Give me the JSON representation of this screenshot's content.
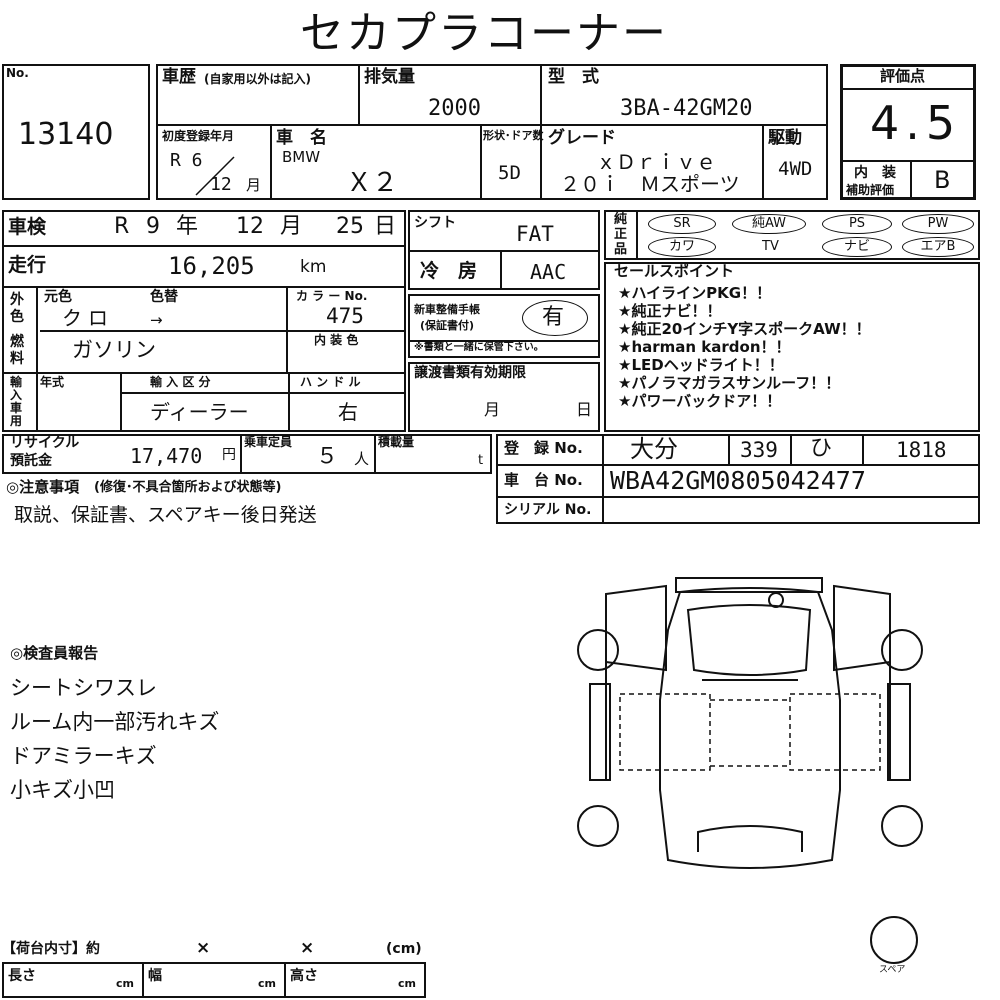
{
  "title": "セカプラコーナー",
  "lot": {
    "label": "No.",
    "value": "13140"
  },
  "history": {
    "label": "車歴",
    "note": "(自家用以外は記入)",
    "value": ""
  },
  "displacement": {
    "label": "排気量",
    "value": "2000"
  },
  "model": {
    "label": "型　式",
    "value": "3BA-42GM20"
  },
  "score": {
    "label": "評価点",
    "value": "4.5"
  },
  "first_reg": {
    "label": "初度登録年月",
    "era": "R 6",
    "month": "12",
    "month_unit": "月"
  },
  "car_name": {
    "label": "車　名",
    "maker": "BMW",
    "value": "Ｘ２"
  },
  "body_doors": {
    "label": "形状･ドア数",
    "value": "5D"
  },
  "grade": {
    "label": "グレード",
    "line1": "ｘＤｒｉｖｅ",
    "line2": "２０ｉ　Ｍスポーツ"
  },
  "drive": {
    "label": "駆動",
    "value": "4WD"
  },
  "interior_rating": {
    "label1": "内　装",
    "label2": "補助評価",
    "value": "B"
  },
  "inspection": {
    "label": "車検",
    "era": "R",
    "year": "9",
    "year_unit": "年",
    "month": "12",
    "month_unit": "月",
    "day": "25",
    "day_unit": "日"
  },
  "shift": {
    "label": "シフト",
    "value": "FAT"
  },
  "mileage": {
    "label": "走行",
    "value": "16,205",
    "unit": "km"
  },
  "aircon": {
    "label": "冷　房",
    "value": "AAC"
  },
  "color": {
    "side_label": "外色",
    "orig_label": "元色",
    "change_label": "色替",
    "orig_value": "クロ",
    "arrow": "→",
    "code_label": "カ ラ ー No.",
    "code_value": "475"
  },
  "fuel": {
    "label": "燃料",
    "value": "ガソリン",
    "interior_color_label": "内 装 色",
    "interior_color_value": ""
  },
  "warranty": {
    "label1": "新車整備手帳",
    "label2": "(保証書付)",
    "value": "有",
    "note": "※書類と一緒に保管下さい。"
  },
  "transfer": {
    "label": "譲渡書類有効期限",
    "month_unit": "月",
    "day_unit": "日"
  },
  "import": {
    "side_label": "輸入車用",
    "year_label": "年式",
    "class_label": "輸 入 区 分",
    "class_value": "ディーラー",
    "handle_label": "ハ ン ド ル",
    "handle_value": "右"
  },
  "equipment": {
    "side_label": "純正品",
    "row1": [
      "SR",
      "純AW",
      "PS",
      "PW"
    ],
    "row2": [
      "カワ",
      "TV",
      "ナビ",
      "エアB"
    ]
  },
  "sales_points": {
    "label": "セールスポイント",
    "items": [
      "★ハイラインPKG！！",
      "★純正ナビ！！",
      "★純正20インチY字スポークAW！！",
      "★harman kardon！！",
      "★LEDヘッドライト！！",
      "★パノラマガラスサンルーフ！！",
      "★パワーバックドア！！"
    ]
  },
  "recycle": {
    "label1": "リサイクル",
    "label2": "預託金",
    "value": "17,470",
    "unit": "円"
  },
  "capacity": {
    "label": "乗車定員",
    "value": "５",
    "unit": "人"
  },
  "load": {
    "label": "積載量",
    "unit": "t"
  },
  "registration": {
    "label": "登　録 No.",
    "area": "大分",
    "class": "339",
    "kana": "ひ",
    "number": "1818"
  },
  "chassis": {
    "label": "車　台 No.",
    "value": "WBA42GM0805042477"
  },
  "serial": {
    "label": "シリアル No.",
    "value": ""
  },
  "notes": {
    "label": "◎注意事項",
    "sub": "(修復･不具合箇所および状態等)",
    "value": "取説、保証書、スペアキー後日発送"
  },
  "inspector": {
    "label": "◎検査員報告",
    "lines": [
      "シートシワスレ",
      "ルーム内一部汚れキズ",
      "ドアミラーキズ",
      "小キズ小凹"
    ]
  },
  "cargo": {
    "label": "【荷台内寸】約",
    "x1": "×",
    "x2": "×",
    "unit": "(cm)",
    "length": "長さ",
    "width": "幅",
    "height": "高さ",
    "cm": "cm"
  },
  "spare": {
    "label": "スペア"
  }
}
